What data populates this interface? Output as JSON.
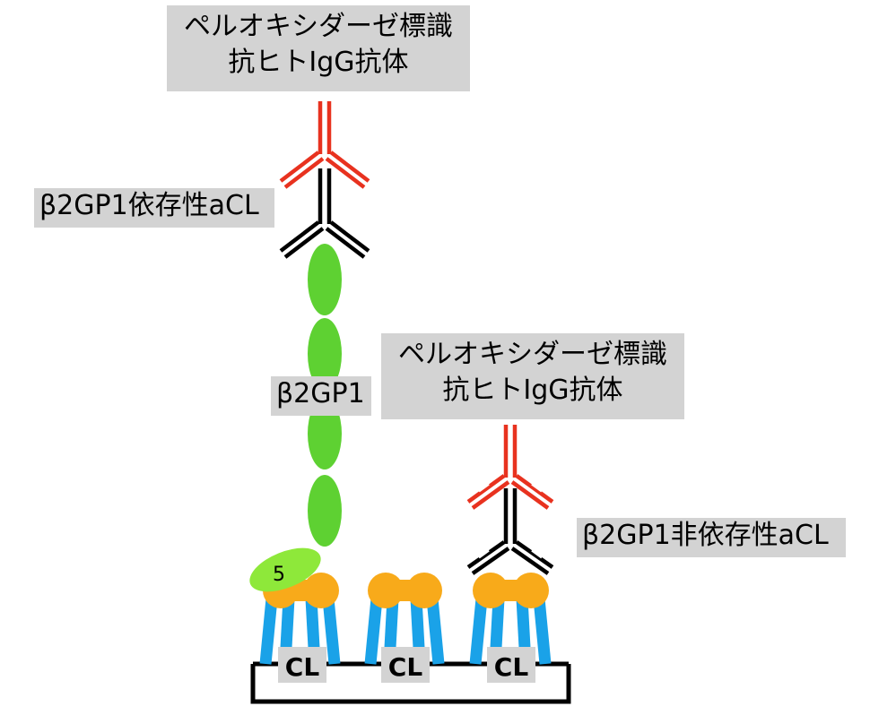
{
  "labels": {
    "top_secondary": [
      "ペルオキシダーゼ標識",
      "抗ヒトIgG抗体"
    ],
    "right_secondary": [
      "ペルオキシダーゼ標識",
      "抗ヒトIgG抗体"
    ],
    "dependent_acl": "β2GP1依存性aCL",
    "b2gp1": "β2GP1",
    "independent_acl": "β2GP1非依存性aCL",
    "domain5": "5",
    "cl": [
      "CL",
      "CL",
      "CL"
    ]
  },
  "colors": {
    "red_antibody": "#e8321f",
    "black_antibody": "#000000",
    "b2gp1_green": "#5ed132",
    "domain5_green": "#8ee83a",
    "cl_head": "#f8aa1a",
    "cl_tail": "#1aa2e8",
    "label_bg": "#d3d3d3"
  }
}
